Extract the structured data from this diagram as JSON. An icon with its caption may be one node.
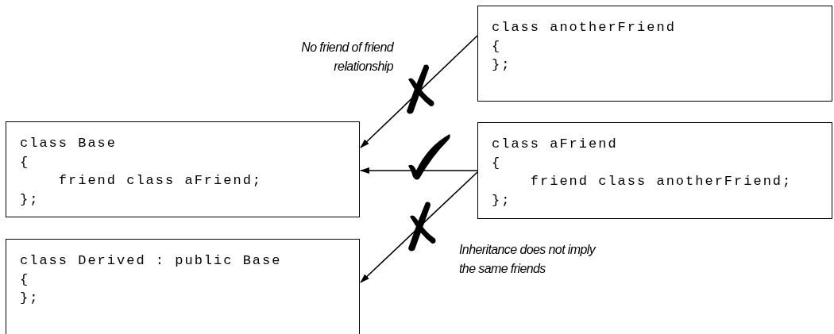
{
  "diagram": {
    "nodes": [
      {
        "text": [
          "class anotherFriend",
          "{",
          "};"
        ]
      },
      {
        "text": [
          "class Base",
          "{",
          "    friend class aFriend;",
          "};"
        ]
      },
      {
        "text": [
          "class aFriend",
          "{",
          "    friend class anotherFriend;",
          "};"
        ]
      },
      {
        "text": [
          "class Derived : public Base",
          "{",
          "};"
        ]
      }
    ],
    "edges": [
      {
        "from": 0,
        "to": 1,
        "arrow": "to",
        "label": "No friend of friend relationship"
      },
      {
        "from": 2,
        "to": 1,
        "arrow": "to"
      },
      {
        "from": 2,
        "to": 3,
        "arrow": "to",
        "label": "Inheritance does not imply the same friends"
      }
    ]
  }
}
